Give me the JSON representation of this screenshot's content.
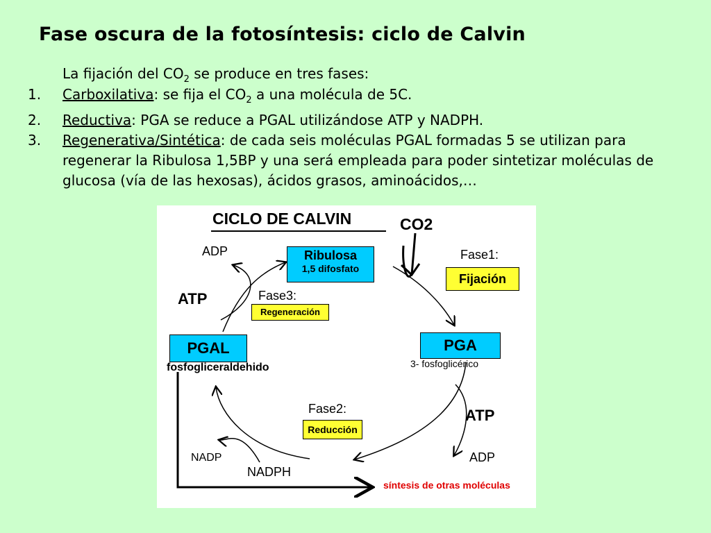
{
  "title": "Fase oscura de la fotosíntesis: ciclo de Calvin",
  "intro": {
    "pre": "La fijación del CO",
    "sub": "2",
    "post": " se produce en tres fases:"
  },
  "items": [
    {
      "num": "1.",
      "term": "Carboxilativa",
      "sep": ": ",
      "text_pre": "se fija el CO",
      "sub": "2",
      "text_post": " a una molécula de 5C."
    },
    {
      "num": "2.",
      "term": "Reductiva",
      "sep": ": ",
      "text": "PGA se reduce a PGAL utilizándose ATP y NADPH."
    },
    {
      "num": "3.",
      "term": "Regenerativa/Sintética",
      "sep": ": ",
      "text": "de cada seis moléculas PGAL formadas 5 se utilizan para regenerar la Ribulosa 1,5BP y una será empleada para poder sintetizar moléculas de glucosa (vía de las hexosas), ácidos grasos, aminoácidos,…"
    }
  ],
  "diagram": {
    "title": "CICLO DE CALVIN",
    "co2": "CO2",
    "ribulosa": "Ribulosa",
    "ribulosa_sub": "1,5 difosfato",
    "fase1": "Fase1:",
    "fijacion": "Fijación",
    "fase3": "Fase3:",
    "regeneracion": "Regeneración",
    "adp_top": "ADP",
    "atp_left": "ATP",
    "pgal": "PGAL",
    "pgal_sub": "fosfogliceraldehido",
    "pga": "PGA",
    "pga_sub": "3- fosfoglicérico",
    "fase2": "Fase2:",
    "reduccion": "Reducción",
    "atp_right": "ATP",
    "adp_right": "ADP",
    "nadp": "NADP",
    "nadph": "NADPH",
    "sintesis": "síntesis de otras moléculas"
  }
}
